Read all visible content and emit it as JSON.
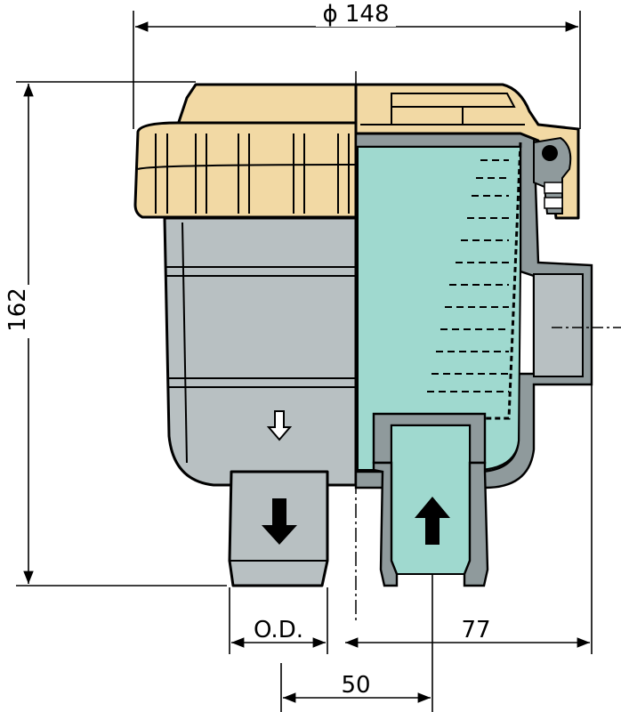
{
  "dimensions": {
    "diameter": "ϕ 148",
    "height": "162",
    "od": "O.D.",
    "offset": "50",
    "half_width": "77"
  },
  "colors": {
    "lid": "#f2d9a4",
    "body": "#b8c0c2",
    "section": "#9fd9cf",
    "cut": "#8f9a9c"
  }
}
